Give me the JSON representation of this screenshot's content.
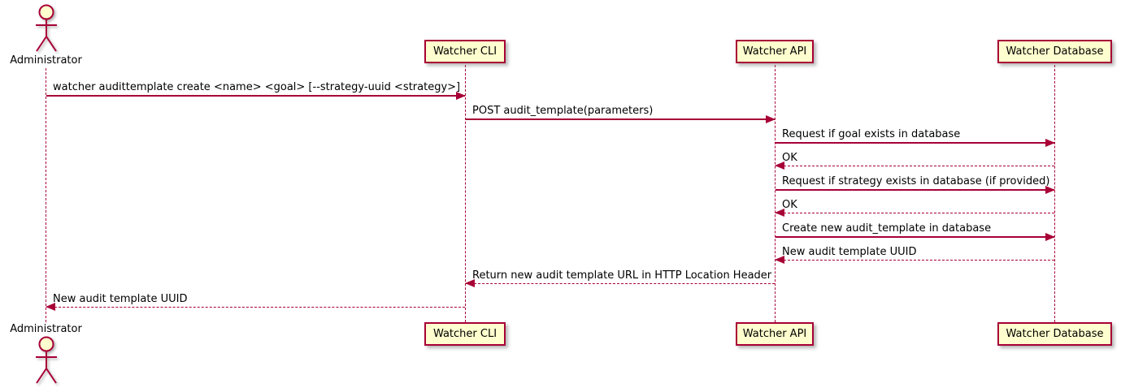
{
  "diagram": {
    "type": "plantuml-sequence",
    "colors": {
      "participant_fill": "#FEFECE",
      "border": "#A80036",
      "arrow": "#A80036",
      "lifeline": "#A80036",
      "text": "#000000",
      "background": "#FFFFFF"
    },
    "actors": [
      {
        "name": "Administrator"
      }
    ],
    "participants": [
      {
        "label": "Watcher CLI"
      },
      {
        "label": "Watcher API"
      },
      {
        "label": "Watcher Database"
      }
    ],
    "messages": [
      {
        "from": "Administrator",
        "to": "Watcher CLI",
        "label": "watcher audittemplate create <name> <goal> [--strategy-uuid <strategy>]",
        "line": "solid",
        "direction": "right"
      },
      {
        "from": "Watcher CLI",
        "to": "Watcher API",
        "label": "POST audit_template(parameters)",
        "line": "solid",
        "direction": "right"
      },
      {
        "from": "Watcher API",
        "to": "Watcher Database",
        "label": "Request if goal exists in database",
        "line": "solid",
        "direction": "right"
      },
      {
        "from": "Watcher Database",
        "to": "Watcher API",
        "label": "OK",
        "line": "dashed",
        "direction": "left"
      },
      {
        "from": "Watcher API",
        "to": "Watcher Database",
        "label": "Request if strategy exists in database (if provided)",
        "line": "solid",
        "direction": "right"
      },
      {
        "from": "Watcher Database",
        "to": "Watcher API",
        "label": "OK",
        "line": "dashed",
        "direction": "left"
      },
      {
        "from": "Watcher API",
        "to": "Watcher Database",
        "label": "Create new audit_template in database",
        "line": "solid",
        "direction": "right"
      },
      {
        "from": "Watcher Database",
        "to": "Watcher API",
        "label": "New audit template UUID",
        "line": "dashed",
        "direction": "left"
      },
      {
        "from": "Watcher API",
        "to": "Watcher CLI",
        "label": "Return new audit template URL in HTTP Location Header",
        "line": "dashed",
        "direction": "left"
      },
      {
        "from": "Watcher CLI",
        "to": "Administrator",
        "label": "New audit template UUID",
        "line": "dashed",
        "direction": "left"
      }
    ]
  }
}
